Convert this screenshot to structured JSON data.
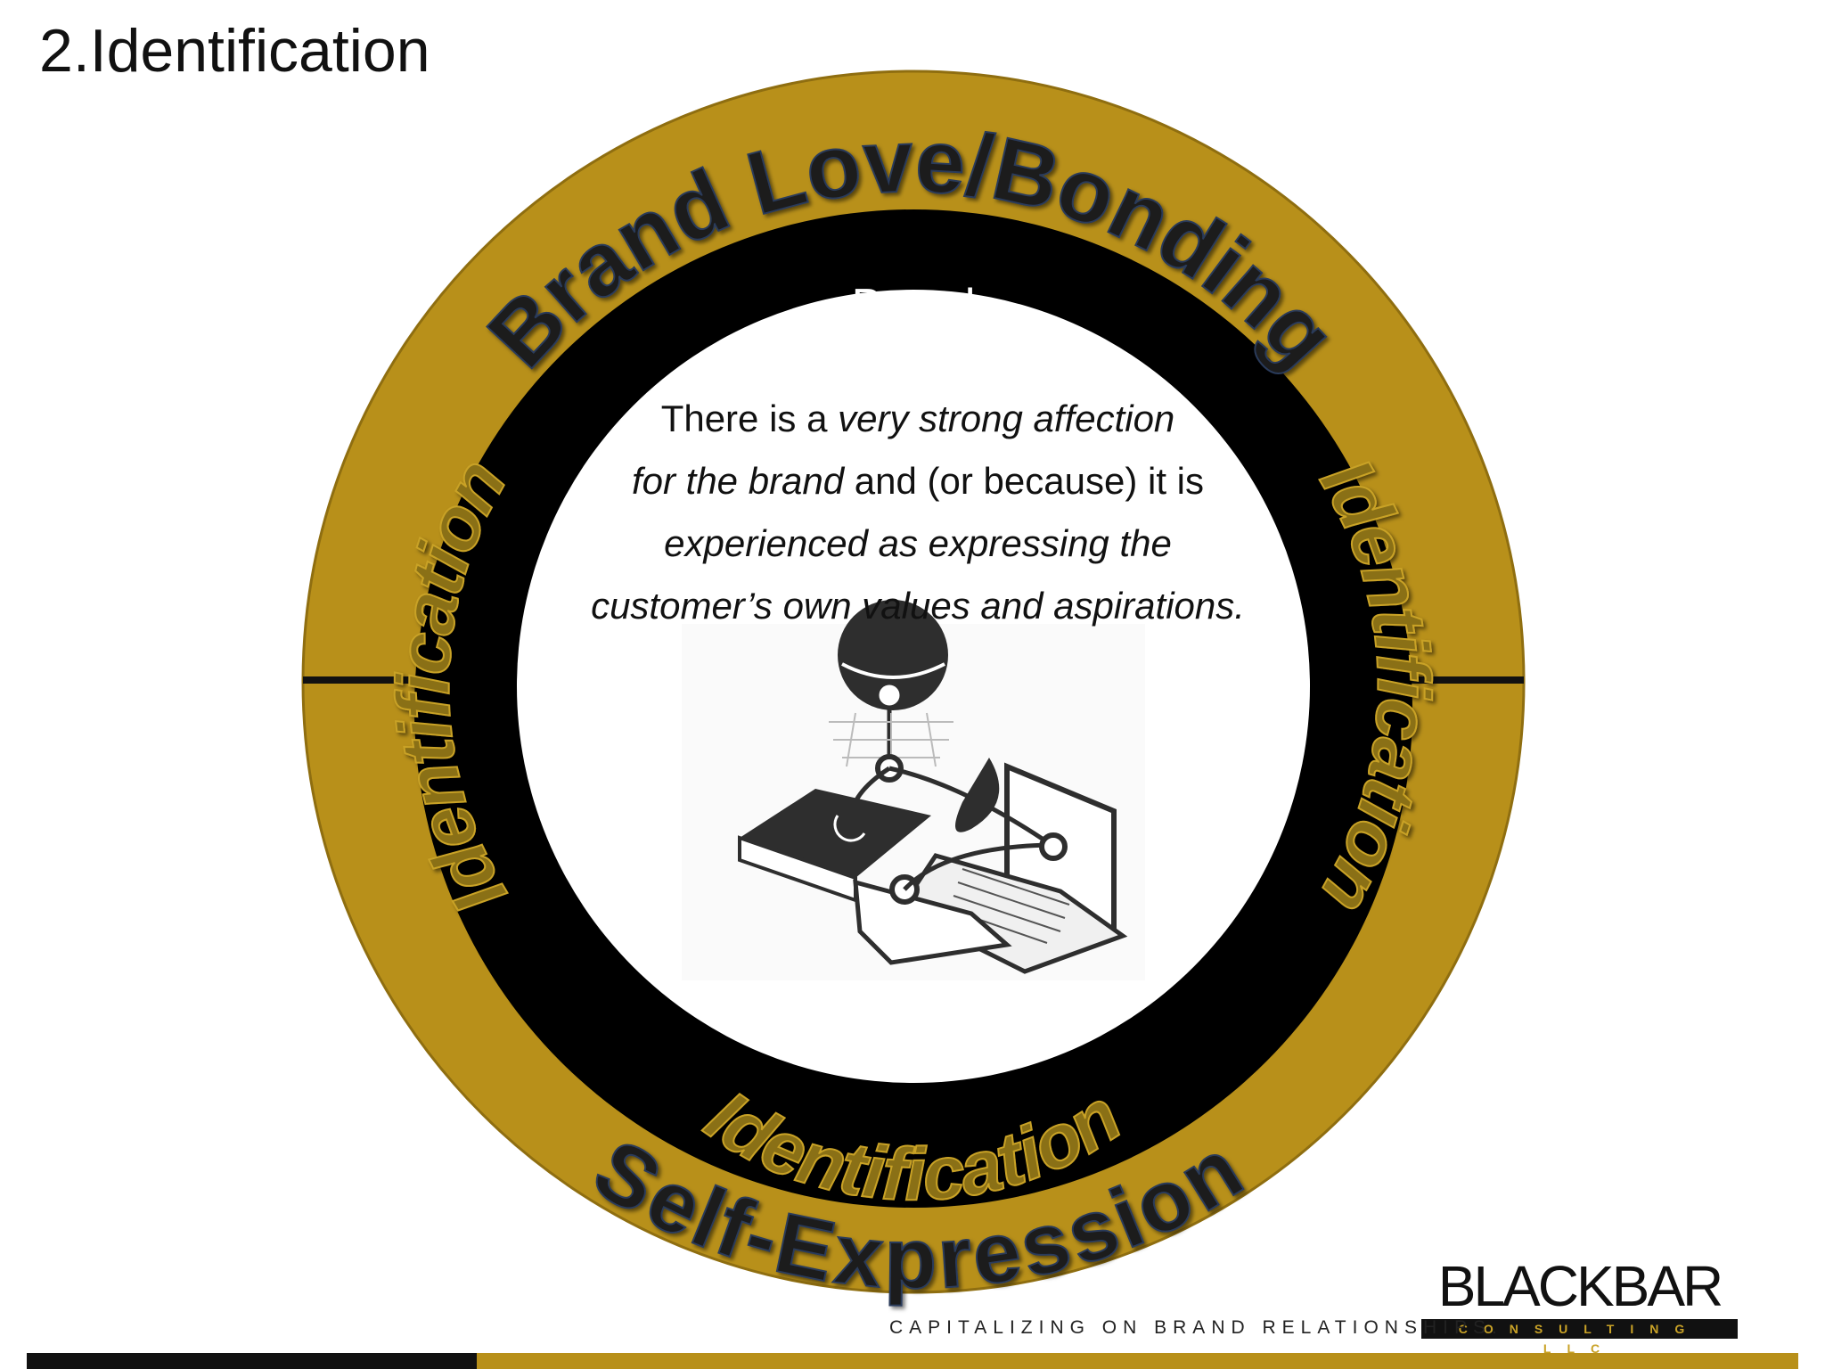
{
  "slide": {
    "title": "2.Identification"
  },
  "ring": {
    "outer_top_label": "Brand Love/Bonding",
    "outer_bottom_label": "Self-Expression",
    "inner_left_label": "Identification",
    "inner_right_label": "Identification",
    "inner_bottom_label": "Identification",
    "hidden_fragment": "Brand",
    "colors": {
      "gold": "#b8901a",
      "black": "#000000",
      "label_fill": "#8a6f12",
      "white": "#ffffff"
    }
  },
  "center": {
    "line1_plain": "There is a ",
    "line1_italic": "very strong affection",
    "line2_italic": "for the brand",
    "line2_plain": " and (or because) it is",
    "line3_italic": "experienced as expressing the",
    "line4_italic": "customer’s own values and aspirations.",
    "illustration_icon": "connected-devices-icon"
  },
  "footer": {
    "logo_name": "BLACKBAR",
    "logo_sub": "CONSULTING LLC",
    "tagline": "CAPITALIZING ON BRAND RELATIONSHIPS."
  }
}
